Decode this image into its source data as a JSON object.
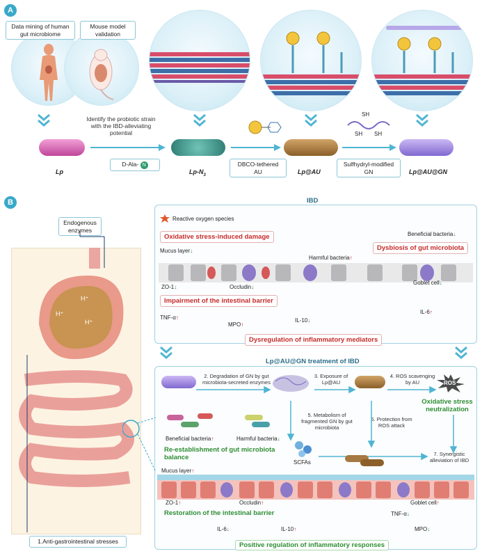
{
  "panel_a": {
    "badge": "A",
    "data_mining": "Data mining of human gut microbiome",
    "mouse_model": "Mouse model validation",
    "identify_text": "Identify the probiotic strain with the IBD-alleviating potential",
    "lp": "Lp",
    "lp_n3": "Lp-N",
    "lp_n3_sub": "3",
    "lp_au": "Lp@AU",
    "lp_au_gn": "Lp@AU@GN",
    "step1": "D-Ala-",
    "step1_badge": "N",
    "step2": "DBCO-tethered AU",
    "step3": "Sulfhydryl-modified GN",
    "sh1": "SH",
    "sh2": "SH",
    "sh3": "SH"
  },
  "panel_b": {
    "badge": "B",
    "endogenous": "Endogenous enzymes",
    "anti_stress": "1.Anti-gastrointestinal stresses",
    "h_plus": "H⁺",
    "ibd_title": "IBD",
    "ros_legend": "Reactive oxygen species",
    "oxidative_damage": "Oxidative stress-induced damage",
    "beneficial_bacteria_top": "Beneficial bacteria",
    "dysbiosis": "Dysbiosis of gut microbiota",
    "mucus_layer_top": "Mucus layer",
    "harmful_bacteria_top": "Harmful bacteria",
    "zo1_top": "ZO-1",
    "occludin_top": "Occludin",
    "goblet_top": "Goblet cell",
    "impairment": "Impairment of the intestinal barrier",
    "tnf_top": "TNF-α",
    "il6_top": "IL-6",
    "mpo_top": "MPO",
    "il10_top": "IL-10",
    "dysregulation": "Dysregulation of inflammatory mediators",
    "treatment_title": "Lp@AU@GN treatment of IBD",
    "step2_text": "2. Degradation of GN by gut microbiota-secreted enzymes",
    "step3_text": "3. Exposure of Lp@AU",
    "step4_text": "4. ROS scavenging by AU",
    "ros": "ROS",
    "oxidative_neutral": "Oxidative stress neutralization",
    "step5_text": "5. Metabolism of fragmented GN by gut microbiota",
    "step6_text": "6. Protection from ROS attack",
    "beneficial_bacteria_bot": "Beneficial bacteria",
    "harmful_bacteria_bot": "Harmful bacteria",
    "reestablish": "Re-establishment of gut microbiota balance",
    "scfas": "SCFAs",
    "step7_text": "7. Synergistic alleviation of IBD",
    "mucus_layer_bot": "Mucus layer",
    "zo1_bot": "ZO-1",
    "occludin_bot": "Occludin",
    "goblet_bot": "Goblet cell",
    "restoration": "Restoration of the intestinal barrier",
    "tnf_bot": "TNF-α",
    "il6_bot": "IL-6",
    "il10_bot": "IL-10",
    "mpo_bot": "MPO",
    "positive": "Positive regulation of inflammatory responses"
  },
  "colors": {
    "accent": "#3aa9c9",
    "red": "#c42a2a",
    "green": "#2f8d34",
    "lp_pink": "#d86ab3",
    "lp_teal": "#3b8f88",
    "lp_brown": "#a57941",
    "lp_purple": "#a48be0"
  }
}
